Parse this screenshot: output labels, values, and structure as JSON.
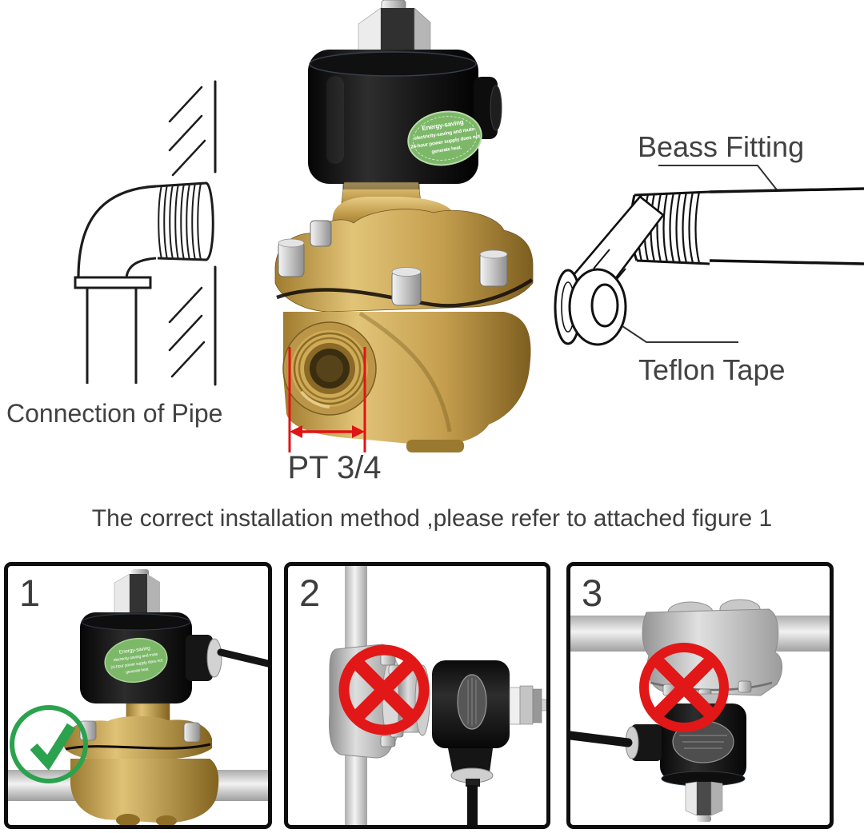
{
  "image_kind": "solenoid-valve-installation-diagram",
  "colors": {
    "brass_light": "#e5c87f",
    "brass_mid": "#c09a4a",
    "brass_dark": "#80621f",
    "coil_black": "#141414",
    "sticker_green": "#7cb868",
    "sticker_ring": "#b9dcab",
    "check_green": "#2ba24d",
    "cross_red": "#e21717",
    "dimension_red": "#e01414",
    "pipe_gray": "#d6d6d6",
    "line_art": "#1c1c1c",
    "label_text": "#424242",
    "panel_border": "#0e0e0e"
  },
  "annotations": {
    "fitting_label": "Beass Fitting",
    "tape_label": "Teflon Tape",
    "connection_label": "Connection of Pipe",
    "dimension_label": "PT 3/4"
  },
  "sticker": {
    "line1": "Energy-saving",
    "line2": "electricity-saving and mute",
    "line3": "24-hour power supply does not",
    "line4": "generate heat."
  },
  "caption": "The correct installation method ,please refer to attached figure 1",
  "panels": [
    {
      "number": "1",
      "result": "correct",
      "marker": "check-icon"
    },
    {
      "number": "2",
      "result": "incorrect",
      "marker": "cross-icon"
    },
    {
      "number": "3",
      "result": "incorrect",
      "marker": "cross-icon"
    }
  ]
}
